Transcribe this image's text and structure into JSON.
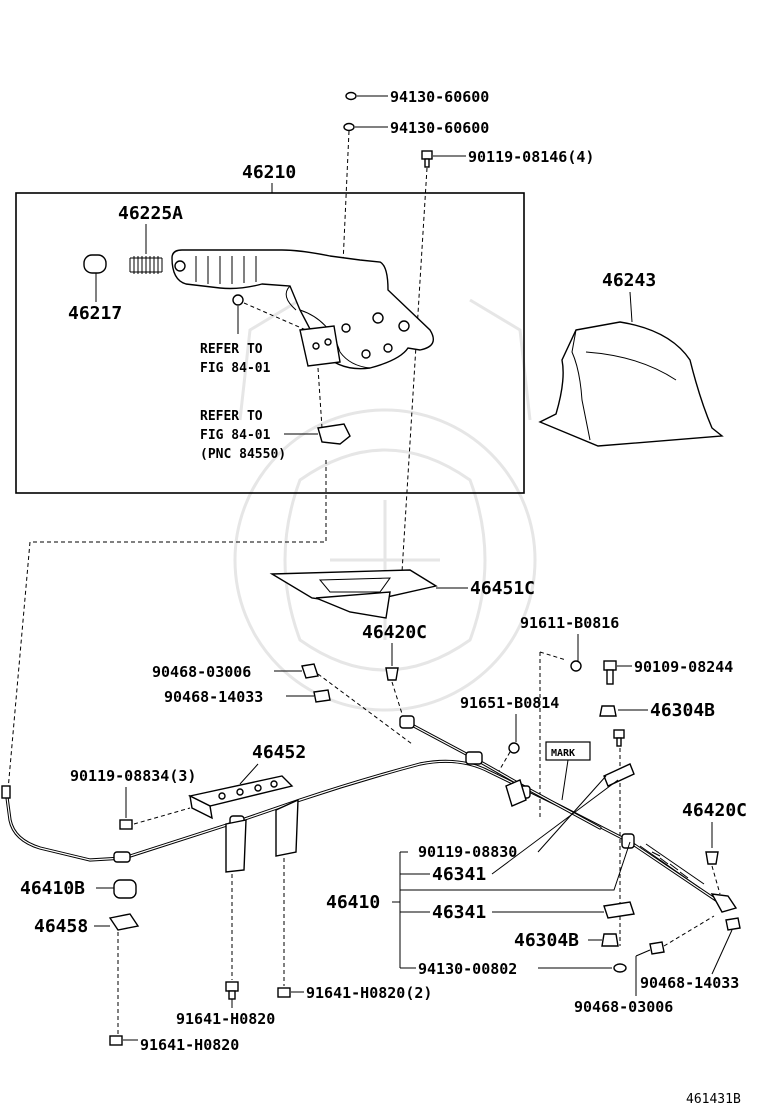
{
  "labels": {
    "p94130_60600_a": "94130-60600",
    "p94130_60600_b": "94130-60600",
    "p90119_08146": "90119-08146(4)",
    "p46210": "46210",
    "p46225A": "46225A",
    "p46217": "46217",
    "refer1_a": "REFER TO",
    "refer1_b": "FIG 84-01",
    "refer2_a": "REFER TO",
    "refer2_b": "FIG 84-01",
    "refer2_c": "(PNC 84550)",
    "p46243": "46243",
    "p46451C": "46451C",
    "p46420C_top": "46420C",
    "p91611_B0816": "91611-B0816",
    "p90468_03006_top": "90468-03006",
    "p90109_08244": "90109-08244",
    "p90468_14033_top": "90468-14033",
    "p91651_B0814": "91651-B0814",
    "p46304B_top": "46304B",
    "p46452": "46452",
    "mark": "MARK",
    "p90119_08834": "90119-08834(3)",
    "p46420C_right": "46420C",
    "p90119_08830": "90119-08830",
    "p46410B": "46410B",
    "p46341_a": "46341",
    "p46410": "46410",
    "p46341_b": "46341",
    "p46458": "46458",
    "p46304B_bot": "46304B",
    "p94130_00802": "94130-00802",
    "p90468_14033_bot": "90468-14033",
    "p91641_H0820_2": "91641-H0820(2)",
    "p90468_03006_bot": "90468-03006",
    "p91641_H0820_a": "91641-H0820",
    "p91641_H0820_b": "91641-H0820",
    "figure_code": "461431B"
  }
}
